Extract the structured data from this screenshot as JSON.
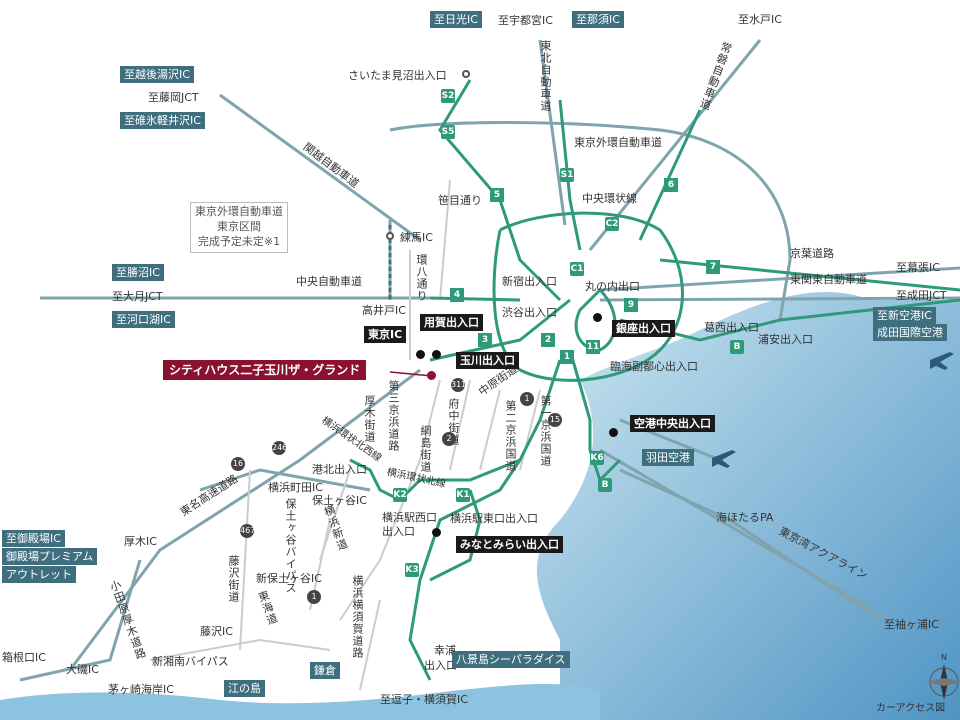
{
  "property_name": "シティハウス二子玉川ザ・グランド",
  "caption": "カーアクセス図",
  "compass_label": "N",
  "destinations": {
    "nikko": "至日光IC",
    "utsunomiya": "至宇都宮IC",
    "nasu": "至那須IC",
    "mito": "至水戸IC",
    "echigo_yuzawa": "至越後湯沢IC",
    "fujioka": "至藤岡JCT",
    "usui": "至碓氷軽井沢IC",
    "katsunuma": "至勝沼IC",
    "otsuki": "至大月JCT",
    "kawaguchiko": "至河口湖IC",
    "makuhari": "至幕張IC",
    "narita_jct": "至成田JCT",
    "shin_kuko": "至新空港IC",
    "narita_airport": "成田国際空港",
    "sodegaura": "至袖ヶ浦IC",
    "zushi": "至逗子・横須賀IC",
    "gotemba": "至御殿場IC",
    "gotemba_outlet": "御殿場プレミアム",
    "outlet": "アウトレット"
  },
  "roads": {
    "tohoku": "東北自動車道",
    "joban": "常磐自動車道",
    "kanetsu": "関越自動車道",
    "gaikan": "東京外環自動車道",
    "chuo_kanjo": "中央環状線",
    "chuo_expressway": "中央自動車道",
    "keiyo": "京葉道路",
    "higashi_kanto": "東関東自動車道",
    "sasame": "笹目通り",
    "kanpachi": "環八通り",
    "tomei": "東名高速道路",
    "odawara_atsugi": "小田原厚木道路",
    "shin_shonan": "新湘南バイパス",
    "fujisawa": "藤沢街道",
    "atsugi_kaido": "厚木街道",
    "daisan_keihin": "第三京浜道路",
    "fuchu_kaido": "府中街道",
    "tsunashima": "綱島街道",
    "nakahara": "中原街道",
    "daini_keihin": "第二京浜国道",
    "daiichi_keihin": "第一京浜国道",
    "yokohama_kanjo_hokusei": "横浜環状北西線",
    "yokohama_kanjo_hokusen": "横浜環状北線",
    "hodogaya_bypass": "保土ヶ谷バイパス",
    "yokohama_shindo": "横浜新道",
    "yokohama_yokosuka": "横浜横須賀道路",
    "tokyo_bay_aqualine": "東京湾アクアライン",
    "tokyo_wan": "東京湾アクアライン",
    "higashi_kaido": "東海道"
  },
  "note": {
    "line1": "東京外環自動車道",
    "line2": "東京区間",
    "line3": "完成予定未定※1"
  },
  "places": {
    "saitama_minuma": "さいたま見沼出入口",
    "nerima": "練馬IC",
    "takaido": "高井戸IC",
    "tokyo_ic": "東京IC",
    "yoga": "用賀出入口",
    "tamagawa": "玉川出入口",
    "shinjuku": "新宿出入口",
    "shibuya": "渋谷出入口",
    "marunouchi": "丸の内出口",
    "ginza": "銀座出入口",
    "rinkai": "臨海副都心出入口",
    "kuko_chuo": "空港中央出入口",
    "haneda": "羽田空港",
    "kasai": "葛西出入口",
    "urayasu": "浦安出入口",
    "umihotaru": "海ほたるPA",
    "kohoku": "港北出入口",
    "yokohama_machida": "横浜町田IC",
    "hodogaya": "保土ヶ谷IC",
    "yokohama_nishi": "横浜駅西口",
    "deiriguchi": "出入口",
    "yokohama_higashi": "横浜駅東口出入口",
    "minatomirai": "みなとみらい出入口",
    "shin_hodogaya": "新保土ヶ谷IC",
    "atsugi": "厚木IC",
    "fujisawa_ic": "藤沢IC",
    "hakone": "箱根口IC",
    "oiso": "大磯IC",
    "chigasaki": "茅ヶ崎海岸IC",
    "enoshima": "江の島",
    "kamakura": "鎌倉",
    "koura": "幸浦",
    "koura2": "出入口",
    "hakkeijima": "八景島シーパラダイス"
  },
  "route_numbers": {
    "r2": "2",
    "r3": "3",
    "r4": "4",
    "r5": "5",
    "r6": "6",
    "r7": "7",
    "r9": "9",
    "r1": "1",
    "r11": "11",
    "s1": "S1",
    "s2": "S2",
    "s5": "S5",
    "c1": "C1",
    "c2": "C2",
    "k1": "K1",
    "k2": "K2",
    "k3": "K3",
    "k6": "K6",
    "b": "B",
    "b2": "B"
  },
  "shields": {
    "n246": "246",
    "n16": "16",
    "n467": "467",
    "n1": "1",
    "n15": "15",
    "n311": "311",
    "n2": "2",
    "n1b": "1"
  },
  "colors": {
    "sea_light": "#bfe0ee",
    "sea_dark": "#6aa9cf",
    "expressway": "#2e9a7a",
    "national": "#7fa4ae",
    "ordinary": "#c8c8c8",
    "property": "#8a1230"
  }
}
